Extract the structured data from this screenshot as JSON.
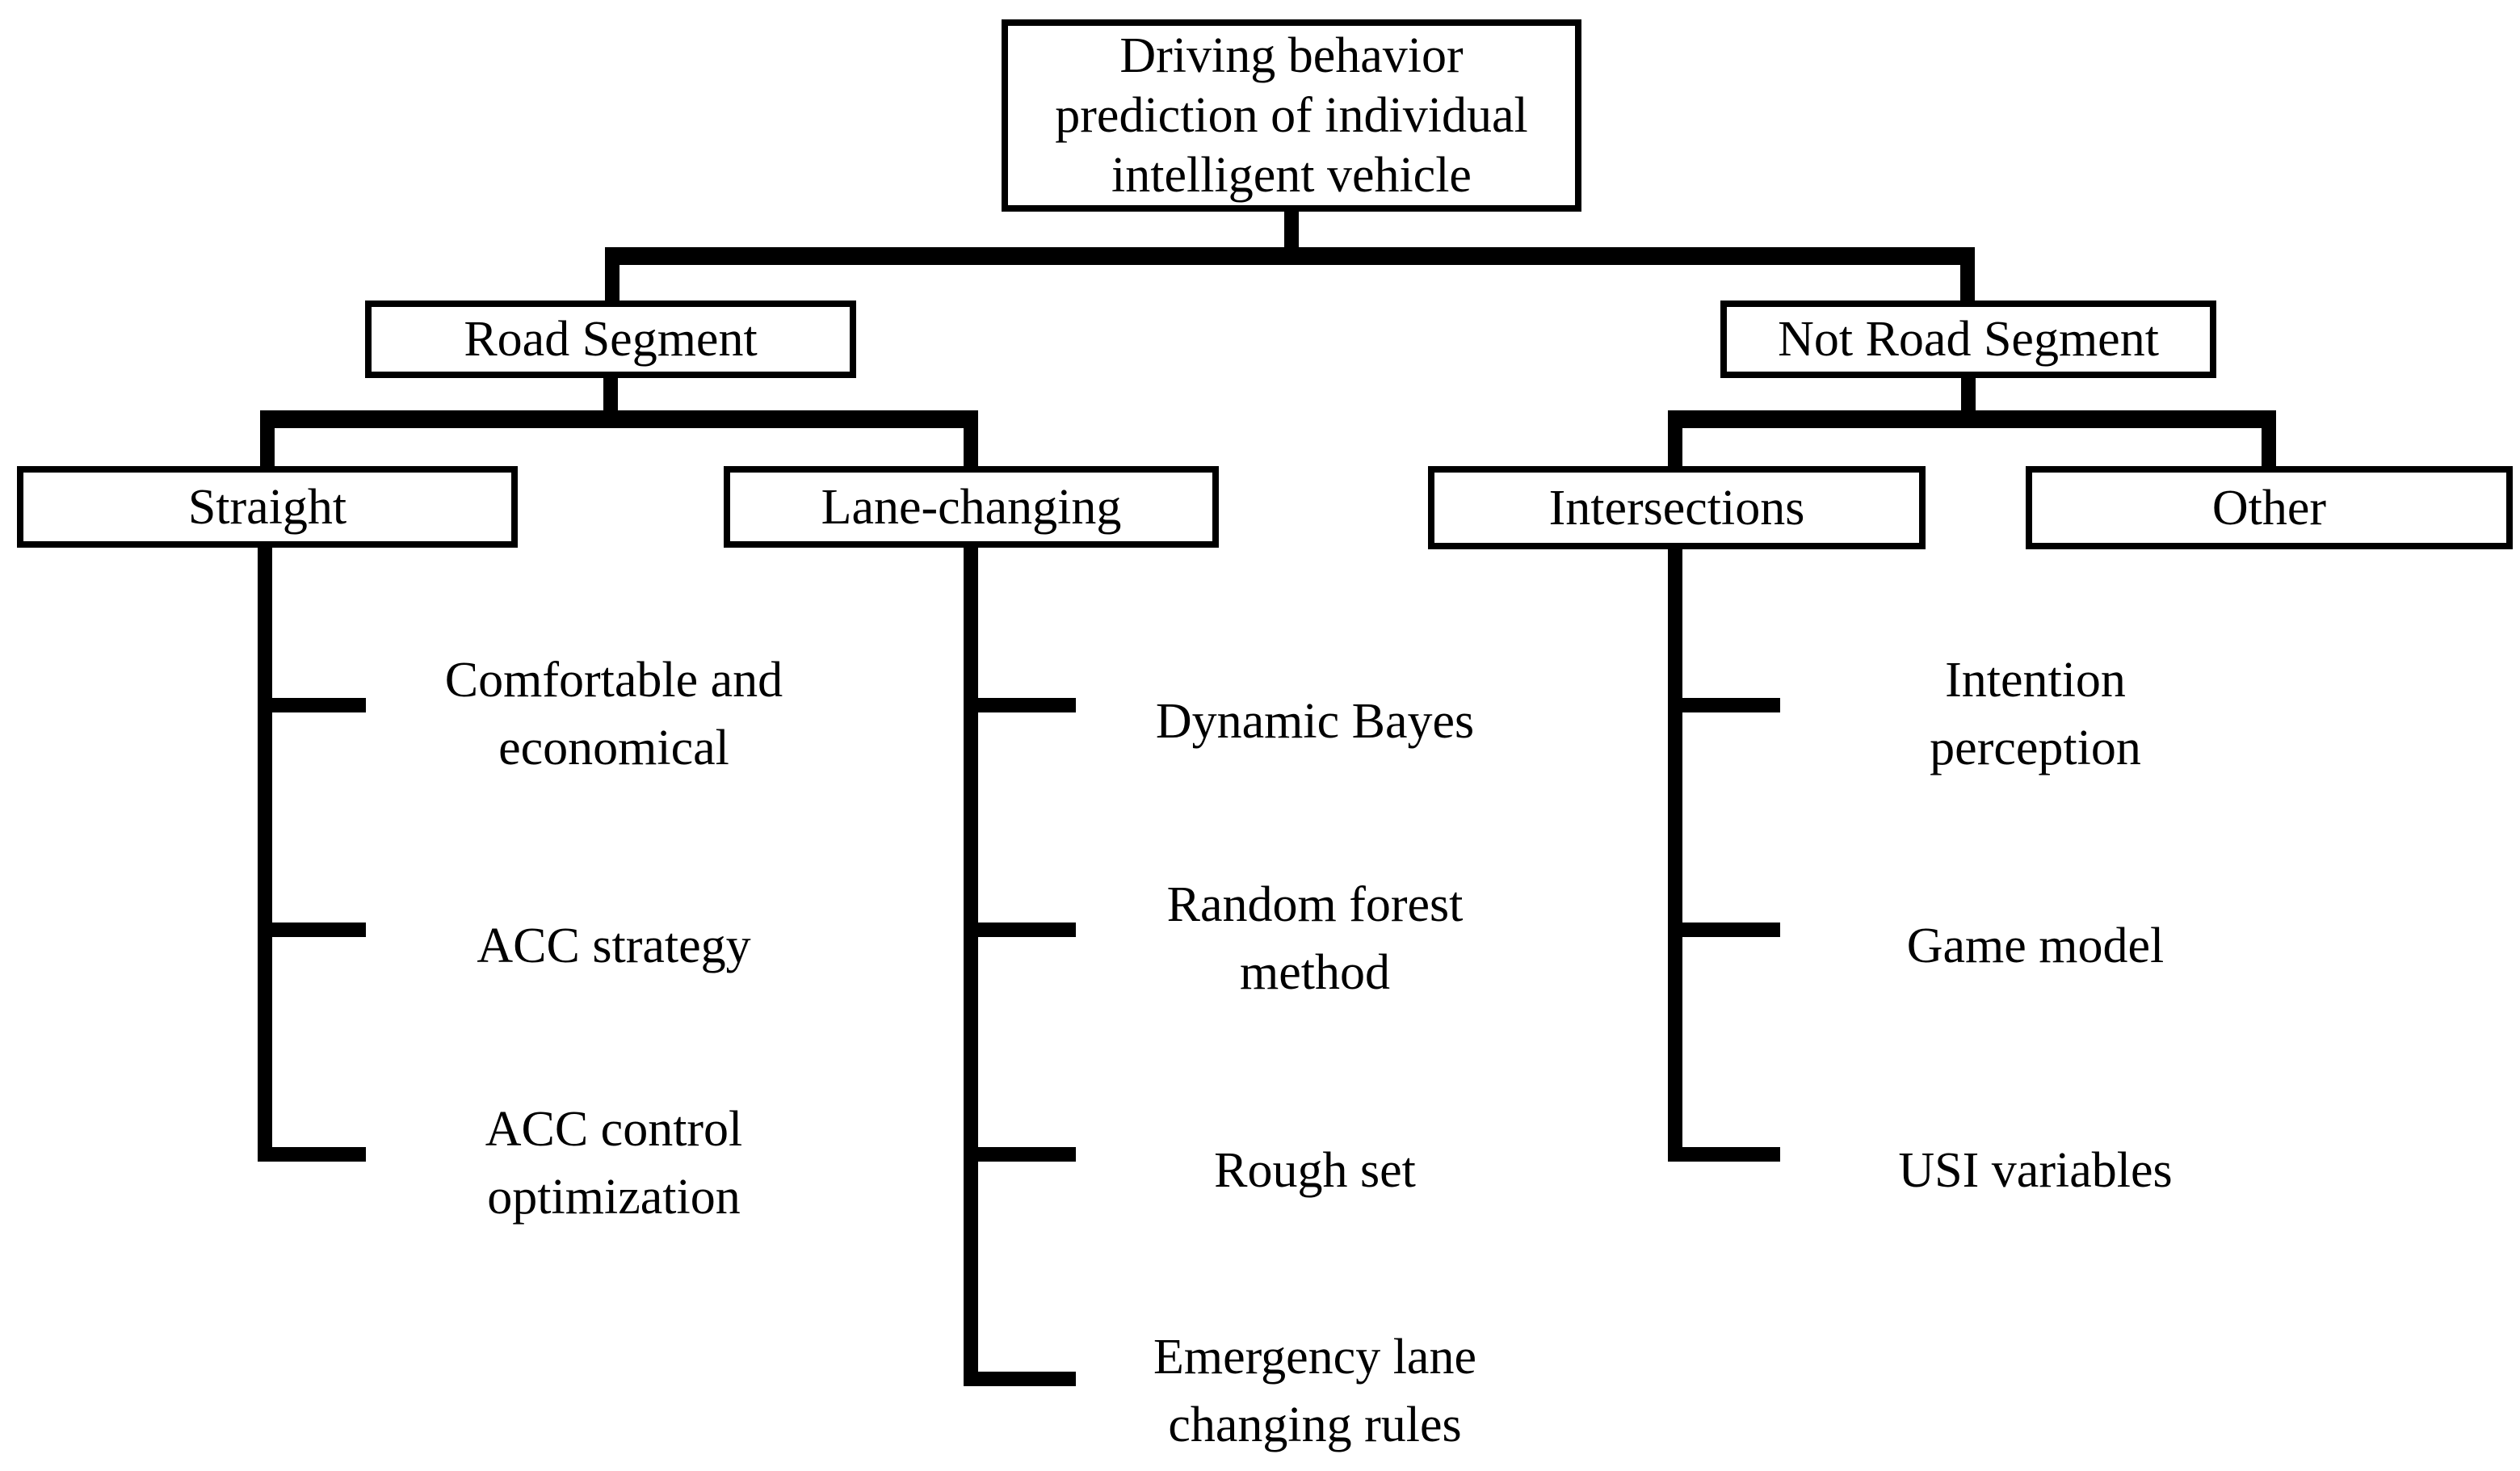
{
  "diagram": {
    "title_hidden": "",
    "colors": {
      "background": "#ffffff",
      "line": "#000000",
      "box_border": "#000000",
      "text": "#000000"
    },
    "root": {
      "lines": [
        "Driving behavior",
        "prediction of individual",
        "intelligent vehicle"
      ]
    },
    "level2": [
      {
        "label": "Road Segment"
      },
      {
        "label": "Not Road Segment"
      }
    ],
    "level3": [
      {
        "label": "Straight"
      },
      {
        "label": "Lane-changing"
      },
      {
        "label": "Intersections"
      },
      {
        "label": "Other"
      }
    ],
    "leaves": {
      "straight": [
        {
          "lines": [
            "Comfortable and",
            "economical"
          ]
        },
        {
          "lines": [
            "ACC strategy"
          ]
        },
        {
          "lines": [
            "ACC control",
            "optimization"
          ]
        }
      ],
      "lane_changing": [
        {
          "lines": [
            "Dynamic Bayes"
          ]
        },
        {
          "lines": [
            "Random forest",
            "method"
          ]
        },
        {
          "lines": [
            "Rough set"
          ]
        },
        {
          "lines": [
            "Emergency lane",
            "changing rules"
          ]
        }
      ],
      "intersections": [
        {
          "lines": [
            "Intention",
            "perception"
          ]
        },
        {
          "lines": [
            "Game model"
          ]
        },
        {
          "lines": [
            "USI variables"
          ]
        }
      ]
    }
  }
}
